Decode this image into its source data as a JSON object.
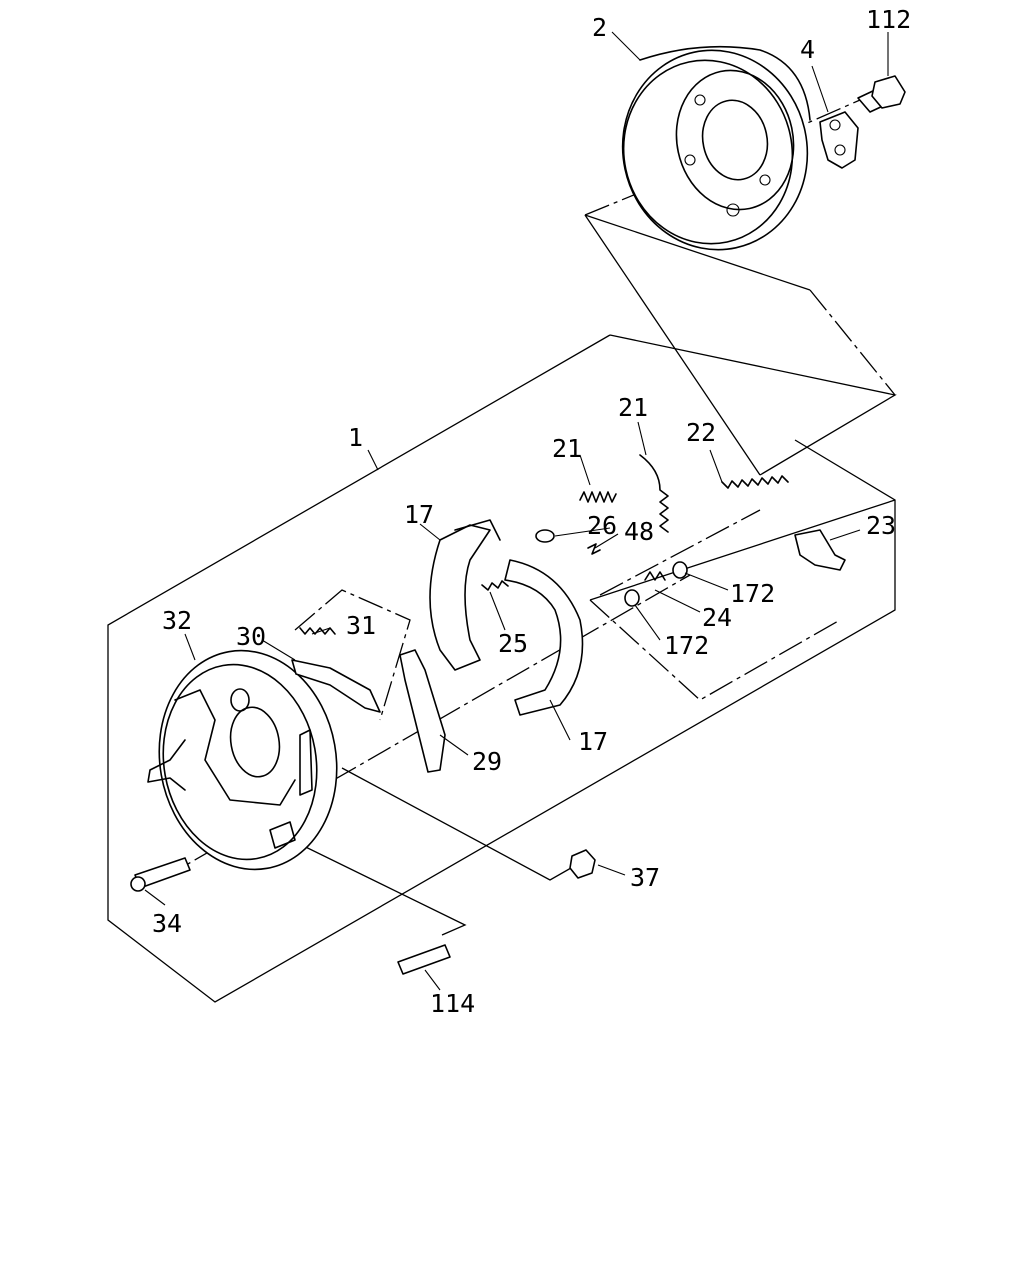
{
  "callouts": {
    "c1": "1",
    "c2": "2",
    "c4": "4",
    "c112": "112",
    "c17a": "17",
    "c17b": "17",
    "c21a": "21",
    "c21b": "21",
    "c22": "22",
    "c23": "23",
    "c24": "24",
    "c25": "25",
    "c26": "26",
    "c29": "29",
    "c30": "30",
    "c31": "31",
    "c32": "32",
    "c34": "34",
    "c37": "37",
    "c48": "48",
    "c114": "114",
    "c172a": "172",
    "c172b": "172"
  }
}
